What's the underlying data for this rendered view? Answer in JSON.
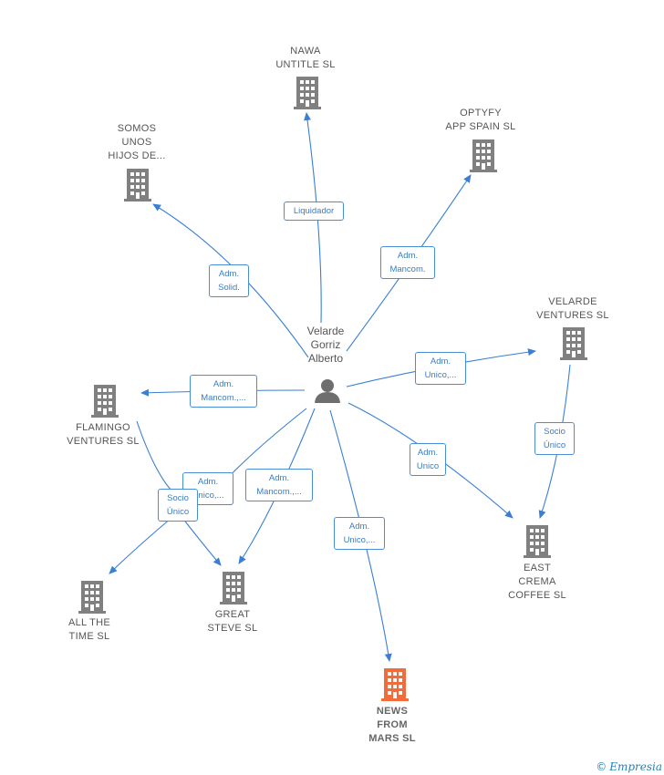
{
  "center": {
    "label": "Velarde\nGorriz\nAlberto"
  },
  "companies": [
    {
      "id": "nawa",
      "label": "NAWA\nUNTITLE SL",
      "highlight": false
    },
    {
      "id": "optyfy",
      "label": "OPTYFY\nAPP SPAIN SL",
      "highlight": false
    },
    {
      "id": "somos",
      "label": "SOMOS\nUNOS\nHIJOS DE...",
      "highlight": false
    },
    {
      "id": "velarde",
      "label": "VELARDE\nVENTURES SL",
      "highlight": false
    },
    {
      "id": "flamingo",
      "label": "FLAMINGO\nVENTURES SL",
      "highlight": false
    },
    {
      "id": "east",
      "label": "EAST\nCREMA\nCOFFEE SL",
      "highlight": false
    },
    {
      "id": "allthetime",
      "label": "ALL THE\nTIME SL",
      "highlight": false
    },
    {
      "id": "great",
      "label": "GREAT\nSTEVE SL",
      "highlight": false
    },
    {
      "id": "news",
      "label": "NEWS\nFROM\nMARS SL",
      "highlight": true
    }
  ],
  "edges": [
    {
      "from": "center",
      "to": "nawa",
      "label": "Liquidador"
    },
    {
      "from": "center",
      "to": "optyfy",
      "label": "Adm.\nMancom."
    },
    {
      "from": "center",
      "to": "somos",
      "label": "Adm.\nSolid."
    },
    {
      "from": "center",
      "to": "velarde",
      "label": "Adm.\nUnico,..."
    },
    {
      "from": "center",
      "to": "flamingo",
      "label": "Adm.\nMancom.,..."
    },
    {
      "from": "center",
      "to": "east",
      "label": "Adm.\nUnico"
    },
    {
      "from": "center",
      "to": "great",
      "label": "Adm.\nUnico,..."
    },
    {
      "from": "center",
      "to": "great",
      "label": "Adm.\nMancom.,..."
    },
    {
      "from": "center",
      "to": "news",
      "label": "Adm.\nUnico,..."
    },
    {
      "from": "velarde",
      "to": "east",
      "label": "Socio\nÚnico"
    },
    {
      "from": "flamingo",
      "to": "allthetime",
      "label": "Socio\nÚnico"
    }
  ],
  "colors": {
    "edge": "#3a7fd5",
    "building": "#808080",
    "highlight": "#f26b3a",
    "person": "#6e6e6e"
  },
  "icons": {
    "company": "building-icon",
    "person": "person-icon"
  },
  "brand": {
    "copyright": "©",
    "name": "Empresia"
  }
}
